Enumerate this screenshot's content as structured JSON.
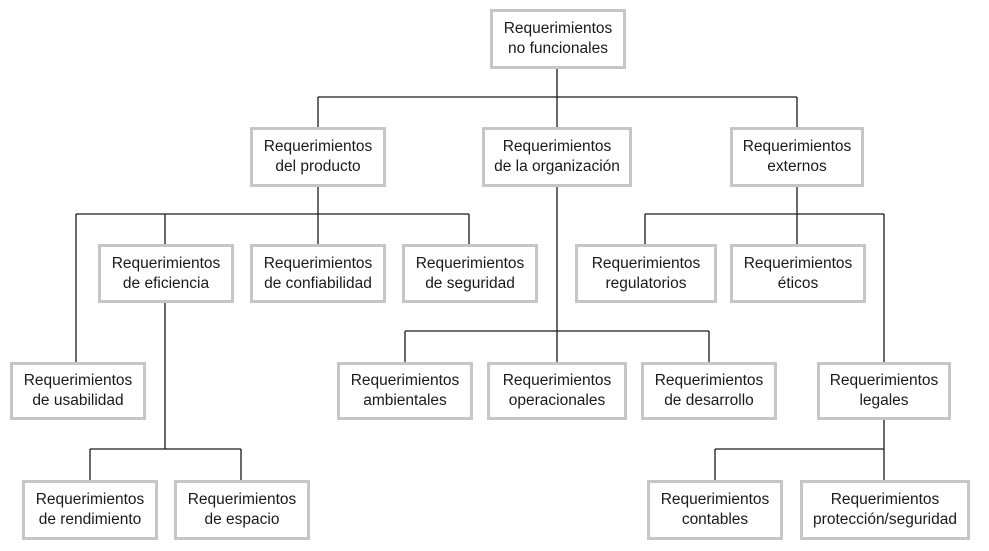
{
  "nodes": {
    "root": {
      "line1": "Requerimientos",
      "line2": "no funcionales"
    },
    "producto": {
      "line1": "Requerimientos",
      "line2": "del producto"
    },
    "organizacion": {
      "line1": "Requerimientos",
      "line2": "de la organización"
    },
    "externos": {
      "line1": "Requerimientos",
      "line2": "externos"
    },
    "eficiencia": {
      "line1": "Requerimientos",
      "line2": "de eficiencia"
    },
    "confiabilidad": {
      "line1": "Requerimientos",
      "line2": "de confiabilidad"
    },
    "seguridad": {
      "line1": "Requerimientos",
      "line2": "de seguridad"
    },
    "regulatorios": {
      "line1": "Requerimientos",
      "line2": "regulatorios"
    },
    "eticos": {
      "line1": "Requerimientos",
      "line2": "éticos"
    },
    "usabilidad": {
      "line1": "Requerimientos",
      "line2": "de usabilidad"
    },
    "ambientales": {
      "line1": "Requerimientos",
      "line2": "ambientales"
    },
    "operacionales": {
      "line1": "Requerimientos",
      "line2": "operacionales"
    },
    "desarrollo": {
      "line1": "Requerimientos",
      "line2": "de desarrollo"
    },
    "legales": {
      "line1": "Requerimientos",
      "line2": "legales"
    },
    "rendimiento": {
      "line1": "Requerimientos",
      "line2": "de rendimiento"
    },
    "espacio": {
      "line1": "Requerimientos",
      "line2": "de espacio"
    },
    "contables": {
      "line1": "Requerimientos",
      "line2": "contables"
    },
    "proteccion": {
      "line1": "Requerimientos",
      "line2": "protección/seguridad"
    }
  },
  "colors": {
    "box_border": "#c6c6c6",
    "connector": "#1a1a1a",
    "text": "#1a1a1a"
  }
}
